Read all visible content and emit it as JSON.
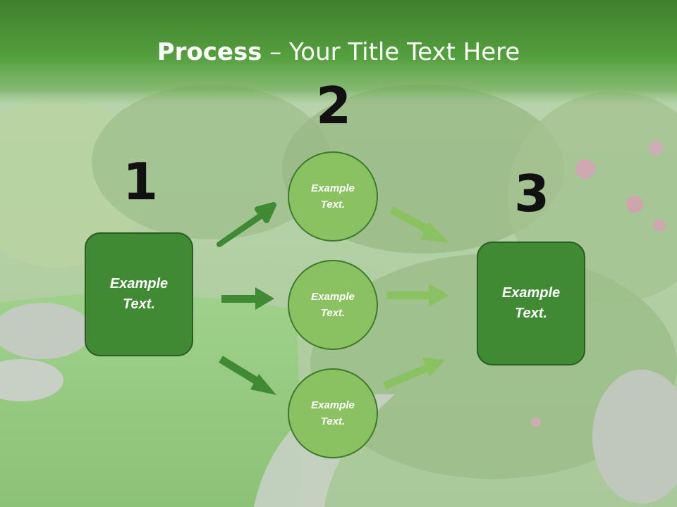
{
  "slide": {
    "title_bold": "Process",
    "title_rest": " – Your Title Text Here"
  },
  "steps": {
    "one": {
      "number": "1",
      "text": "Example\nText."
    },
    "two": {
      "number": "2",
      "items": [
        {
          "text": "Example\nText."
        },
        {
          "text": "Example\nText."
        },
        {
          "text": "Example\nText."
        }
      ]
    },
    "three": {
      "number": "3",
      "text": "Example\nText."
    }
  },
  "colors": {
    "header": "#4f9a3a",
    "box_fill": "#3f8a33",
    "circle_fill": "#8ac262",
    "arrow_dark": "#3f8a33",
    "arrow_light": "#8ac262"
  },
  "icons": {
    "arrow": "right-arrow-icon"
  }
}
